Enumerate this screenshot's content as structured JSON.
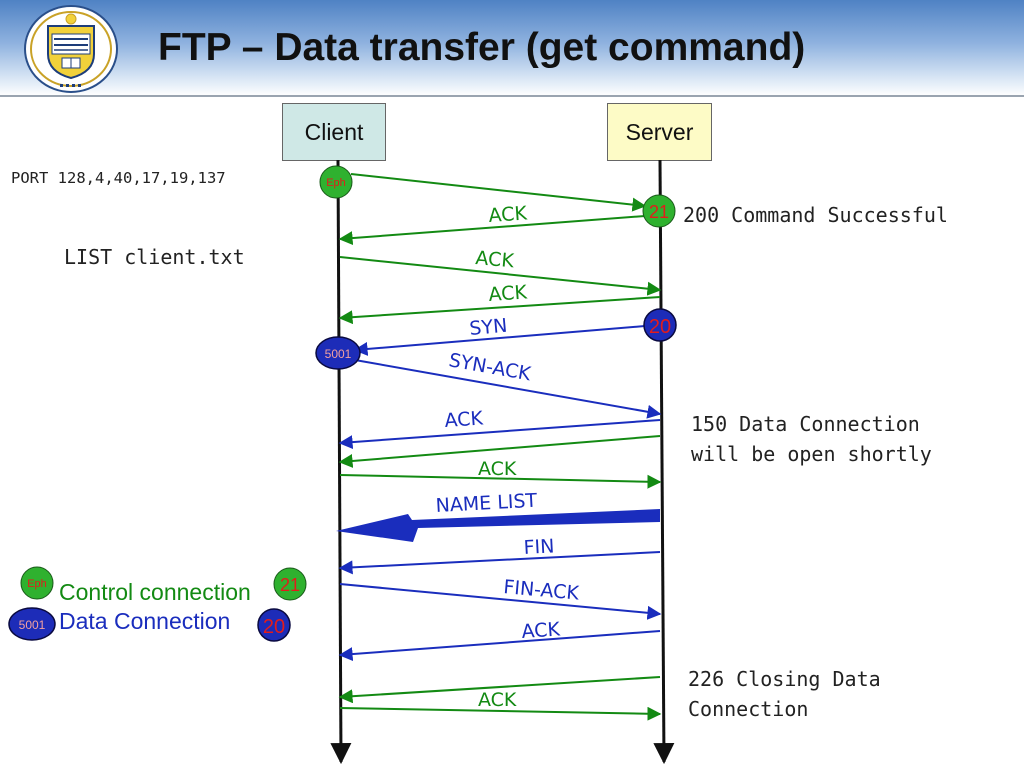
{
  "title": "FTP – Data transfer (get command)",
  "logo": {
    "name": "University of Delaware seal"
  },
  "client_box": "Client",
  "server_box": "Server",
  "left_notes": {
    "port": "PORT 128,4,40,17,19,137",
    "list": "LIST client.txt"
  },
  "right_notes": {
    "r200": "200 Command Successful",
    "r150_line1": "150 Data Connection",
    "r150_line2": "will be open shortly",
    "r226_line1": "226 Closing Data",
    "r226_line2": "Connection"
  },
  "badges": {
    "ephemeral": "Eph",
    "control_port": "21",
    "data_client": "5001",
    "data_port": "20"
  },
  "messages": {
    "m_ack1": "ACK",
    "m_ack2": "ACK",
    "m_ack3": "ACK",
    "m_syn": "SYN",
    "m_synack": "SYN-ACK",
    "m_ack4": "ACK",
    "m_ack5": "ACK",
    "m_namelist": "NAME LIST",
    "m_fin": "FIN",
    "m_finack": "FIN-ACK",
    "m_ack6": "ACK",
    "m_ack7": "ACK"
  },
  "legend": {
    "control": "Control connection",
    "data": "Data Connection"
  },
  "colors": {
    "control": "#138a13",
    "data": "#1a2dbd",
    "badge_green": "#2fb12f",
    "badge_blue": "#1d2cb8",
    "badge_text_red": "#e21c1c"
  }
}
